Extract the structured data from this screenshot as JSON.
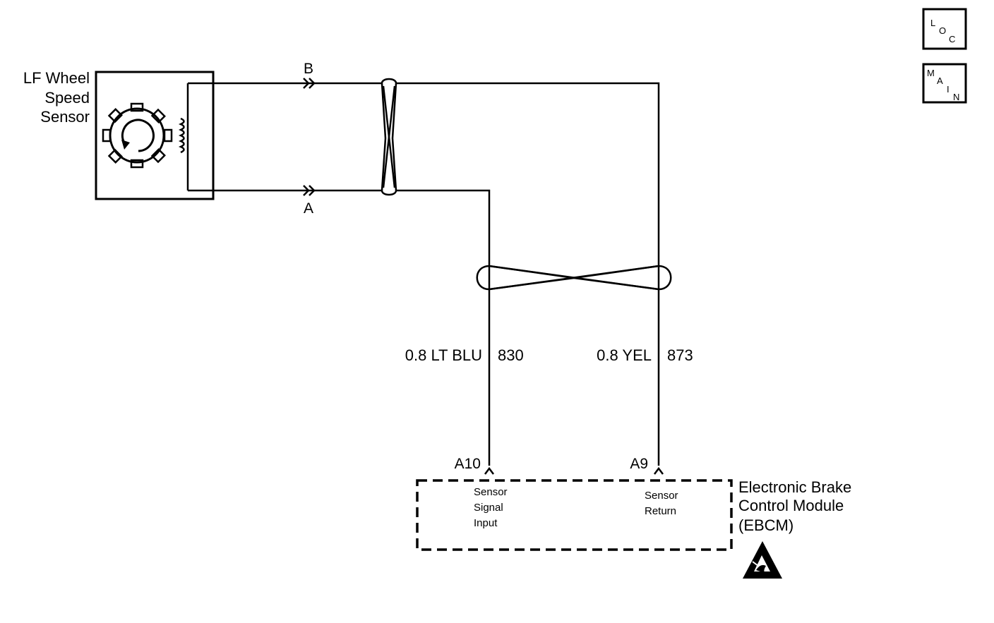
{
  "sensor": {
    "name_line1": "LF Wheel",
    "name_line2": "Speed",
    "name_line3": "Sensor"
  },
  "sensor_pins": {
    "b": "B",
    "a": "A"
  },
  "wires": {
    "signal_wire": {
      "gauge_color": "0.8 LT BLU",
      "circuit": "830"
    },
    "return_wire": {
      "gauge_color": "0.8 YEL",
      "circuit": "873"
    }
  },
  "ebcm": {
    "pin_signal": "A10",
    "pin_return": "A9",
    "signal_label_line1": "Sensor",
    "signal_label_line2": "Signal",
    "signal_label_line3": "Input",
    "return_label_line1": "Sensor",
    "return_label_line2": "Return",
    "name_line1": "Electronic Brake",
    "name_line2": "Control Module",
    "name_line3": "(EBCM)"
  },
  "nav_buttons": {
    "loc": {
      "l": "L",
      "o": "O",
      "c": "C"
    },
    "main": {
      "m": "M",
      "a": "A",
      "i": "I",
      "n": "N"
    }
  },
  "icons": {
    "esd": "esd-warning-icon",
    "tone_wheel": "tone-wheel-icon",
    "coil": "pickup-coil-icon",
    "twisted_pair": "twisted-pair-icon"
  }
}
